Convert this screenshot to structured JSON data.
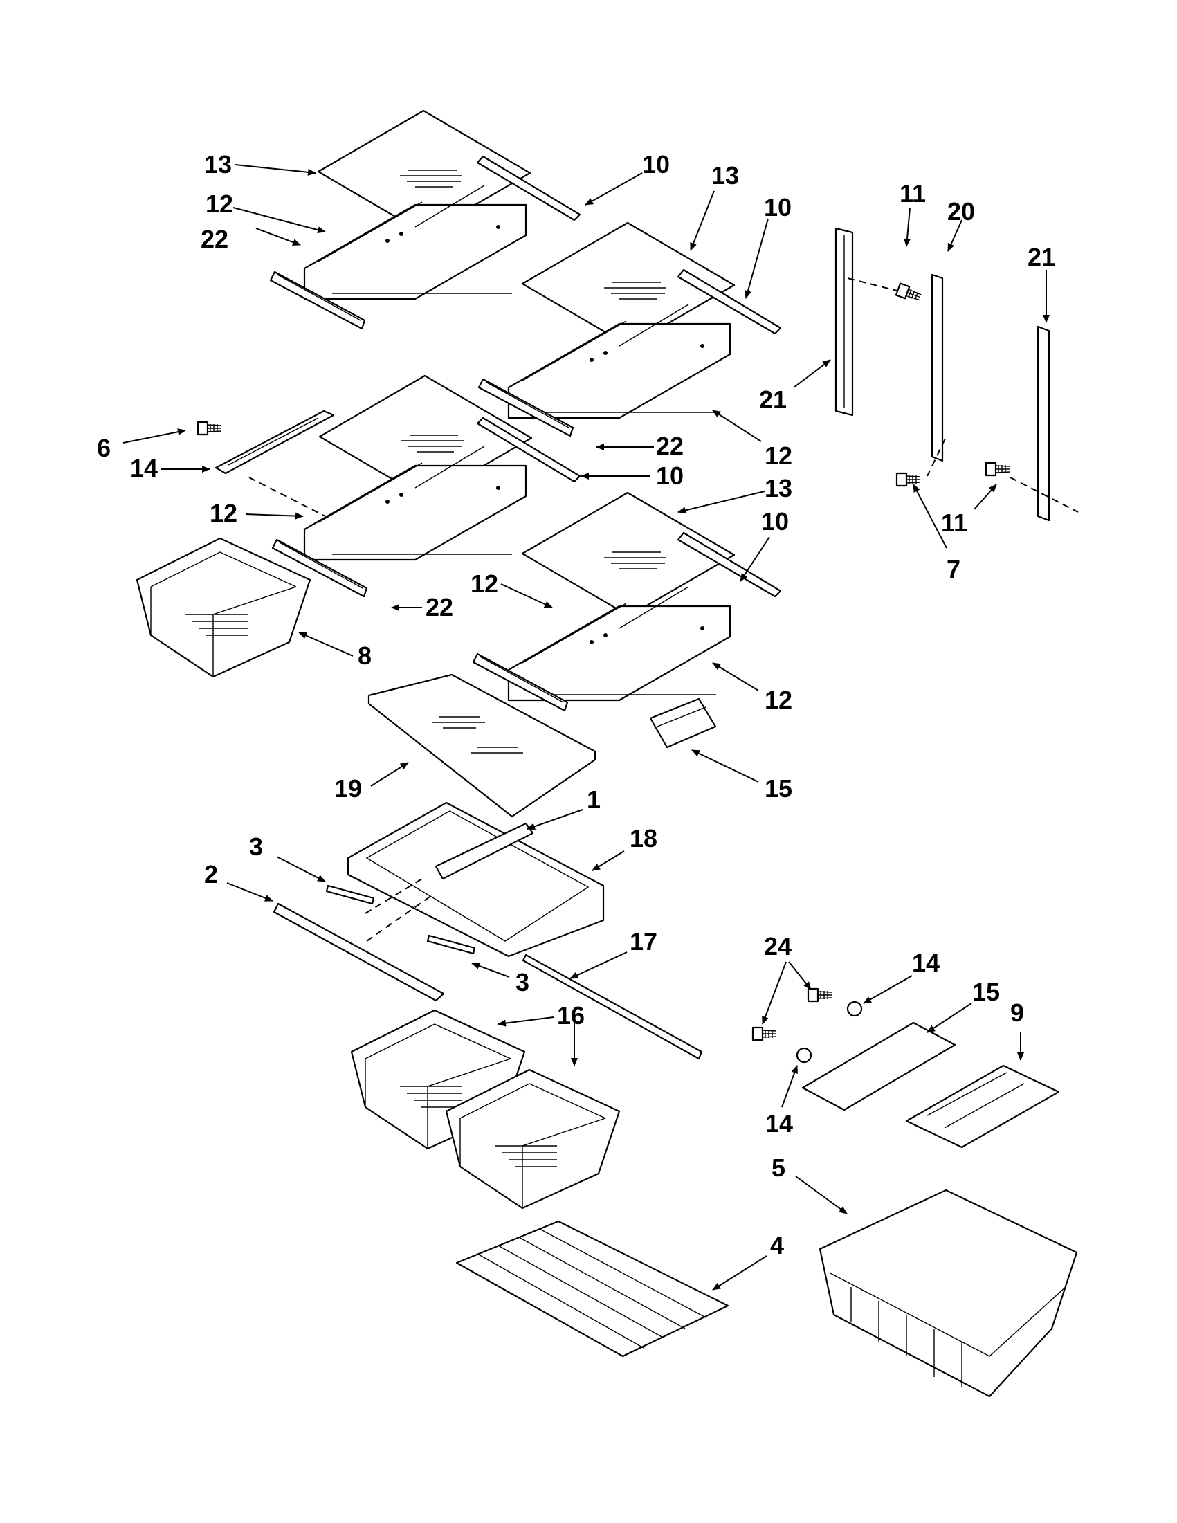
{
  "diagram": {
    "callouts": [
      {
        "id": "c13a",
        "label": "13"
      },
      {
        "id": "c12a",
        "label": "12"
      },
      {
        "id": "c22a",
        "label": "22"
      },
      {
        "id": "c10a",
        "label": "10"
      },
      {
        "id": "c13b",
        "label": "13"
      },
      {
        "id": "c10b",
        "label": "10"
      },
      {
        "id": "c11a",
        "label": "11"
      },
      {
        "id": "c20",
        "label": "20"
      },
      {
        "id": "c21a",
        "label": "21"
      },
      {
        "id": "c21b",
        "label": "21"
      },
      {
        "id": "c22b",
        "label": "22"
      },
      {
        "id": "c12b",
        "label": "12"
      },
      {
        "id": "c10c",
        "label": "10"
      },
      {
        "id": "c13c",
        "label": "13"
      },
      {
        "id": "c6",
        "label": "6"
      },
      {
        "id": "c14a",
        "label": "14"
      },
      {
        "id": "c12c",
        "label": "12"
      },
      {
        "id": "c10d",
        "label": "10"
      },
      {
        "id": "c11b",
        "label": "11"
      },
      {
        "id": "c7",
        "label": "7"
      },
      {
        "id": "c12d",
        "label": "12"
      },
      {
        "id": "c22c",
        "label": "22"
      },
      {
        "id": "c8",
        "label": "8"
      },
      {
        "id": "c12e",
        "label": "12"
      },
      {
        "id": "c19",
        "label": "19"
      },
      {
        "id": "c15a",
        "label": "15"
      },
      {
        "id": "c1",
        "label": "1"
      },
      {
        "id": "c3a",
        "label": "3"
      },
      {
        "id": "c18",
        "label": "18"
      },
      {
        "id": "c2",
        "label": "2"
      },
      {
        "id": "c17",
        "label": "17"
      },
      {
        "id": "c3b",
        "label": "3"
      },
      {
        "id": "c24",
        "label": "24"
      },
      {
        "id": "c14b",
        "label": "14"
      },
      {
        "id": "c15b",
        "label": "15"
      },
      {
        "id": "c9",
        "label": "9"
      },
      {
        "id": "c16",
        "label": "16"
      },
      {
        "id": "c14c",
        "label": "14"
      },
      {
        "id": "c5",
        "label": "5"
      },
      {
        "id": "c4",
        "label": "4"
      }
    ]
  }
}
